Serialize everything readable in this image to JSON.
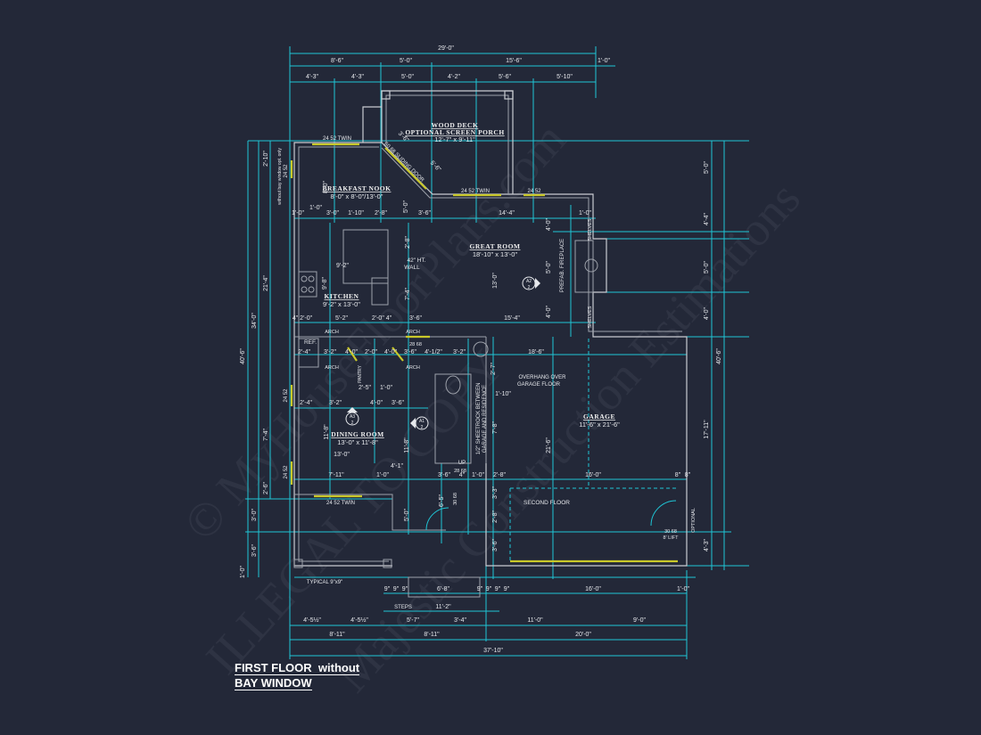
{
  "title": {
    "line1": "FIRST FLOOR",
    "line1_suffix": "without",
    "line2": "BAY WINDOW"
  },
  "watermark": [
    "© MyHouseFloorPlans.com",
    "ILLEGAL TO COPY",
    "Majestic Construction Estimations"
  ],
  "colors": {
    "background": "#232838",
    "walls": "#c9ccd2",
    "dimensions": "#1fc6d6",
    "windows": "#c9c82a",
    "text": "#e6e8ec"
  },
  "rooms": {
    "wood_deck": {
      "name": "WOOD DECK",
      "subtitle": "OPTIONAL SCREEN PORCH",
      "size": "12'-7\" x 9'-11\""
    },
    "breakfast_nook": {
      "name": "BREAKFAST NOOK",
      "size": "8'-0\" x 8'-0\"/13'-0\""
    },
    "great_room": {
      "name": "GREAT ROOM",
      "size": "18'-10\" x 13'-0\""
    },
    "kitchen": {
      "name": "KITCHEN",
      "size": "9'-2\" x 13'-0\""
    },
    "dining_room": {
      "name": "DINING ROOM",
      "size": "13'-0\" x 11'-8\""
    },
    "garage": {
      "name": "GARAGE",
      "size": "11'-6\" x 21'-6\""
    }
  },
  "notes": {
    "twin_window": "24 52 TWIN",
    "window": "24 52",
    "sliding_door": "60 68 SLIDING DOOR",
    "wall_note": "42\" HT.",
    "wall_note2": "WALL",
    "fireplace": "PREFAB. FIREPLACE",
    "shelves": "SHELVES",
    "ref": "REF.",
    "arch": "ARCH",
    "pantry": "PANTRY",
    "door_2868": "28 68",
    "door_3068": "30 68",
    "overhang1": "OVERHANG OVER",
    "overhang2": "GARAGE FLOOR",
    "sheetrock1": "1/2\" SHEETROCK BETWEEN",
    "sheetrock2": "GARAGE AND RESIDENCE",
    "second_floor": "SECOND FLOOR",
    "optional": "OPTIONAL",
    "garage_door1": "30 68",
    "garage_door2": "8' LIFT",
    "typical": "TYPICAL 9\"x9\"",
    "steps": "STEPS",
    "up": "UP",
    "bay_note": "without bay window opt. only",
    "section_a2": "A2",
    "section_a3": "A3",
    "section_a1": "A1",
    "section_sheet": "2"
  },
  "dimensions": {
    "top_overall": "29'-0\"",
    "top_row2": [
      "8'-6\"",
      "5'-0\"",
      "15'-6\"",
      "1'-0\""
    ],
    "top_row3": [
      "4'-3\"",
      "4'-3\"",
      "5'-0\"",
      "4'-2\"",
      "5'-6\"",
      "5'-10\""
    ],
    "deck": [
      "3'-6\"",
      "5'-6\""
    ],
    "row_nook": [
      "1'-0\"",
      "1'-0\"",
      "3'-0\"",
      "1'-10\"",
      "2'-8\"",
      "3'-6\"",
      "14'-4\"",
      "1'-0\"",
      "5'-0\""
    ],
    "row_kitchen_v": [
      "8'-0\"",
      "2'-8\"",
      "9'-2\"",
      "9'-8\"",
      "7'-4\"",
      "13'-0\"",
      "5'-0\"",
      "4'-0\"",
      "4'-0\""
    ],
    "row_kitchen": [
      "4\" 2'-0\"",
      "5'-2\"",
      "2'-0\" 4\"",
      "3'-6\"",
      "15'-4\""
    ],
    "row_pantry": [
      "2'-4\"",
      "3'-2\"",
      "4'-0\"",
      "2'-0\"",
      "4'-0\"",
      "3'-6\"",
      "4'-1/2\"",
      "3'-2\"",
      "2'-7\"",
      "18'-6\""
    ],
    "row_dining_top": [
      "2'-5\"",
      "1'-0\"",
      "1'-10\""
    ],
    "row_dining": [
      "2'-4\"",
      "3'-2\"",
      "4'-0\"",
      "3'-6\""
    ],
    "row_dining_v": [
      "11'-8\"",
      "11'-8\"",
      "7'-8\"",
      "21'-6\""
    ],
    "row_dining_bottom": [
      "13'-0\"",
      "7'-11\"",
      "1'-0\"",
      "4'-1\"",
      "3'-6\"",
      "4\"",
      "1'-0\"",
      "2'-8\"",
      "16'-0\"",
      "8\"",
      "8\""
    ],
    "row_entry_v": [
      "6'-5\"",
      "5'-0\"",
      "3'-3\"",
      "2'-8\"",
      "3'-6\""
    ],
    "bottom_row1": [
      "9\"",
      "9\"",
      "9\"",
      "6'-8\"",
      "9\"",
      "9\"",
      "9\"",
      "9\"",
      "16'-0\"",
      "1'-0\""
    ],
    "bottom_row2": "11'-2\"",
    "bottom_row3": [
      "4'-5½\"",
      "4'-5½\"",
      "5'-7\"",
      "3'-4\"",
      "11'-0\"",
      "9'-0\""
    ],
    "bottom_row4": [
      "8'-11\"",
      "8'-11\"",
      "20'-0\""
    ],
    "bottom_overall": "37'-10\"",
    "left_inner": [
      "2'-10\"",
      "21'-4\"",
      "7'-4\"",
      "2'-6\""
    ],
    "left_mid": [
      "34'-0\"",
      "3'-0\"",
      "3'-6\""
    ],
    "left_outer": [
      "40'-6\"",
      "1'-0\""
    ],
    "right_inner": [
      "5'-0\"",
      "4'-4\"",
      "5'-0\"",
      "4'-0\"",
      "17'-11\"",
      "4'-3\""
    ],
    "right_outer": "40'-6\""
  }
}
